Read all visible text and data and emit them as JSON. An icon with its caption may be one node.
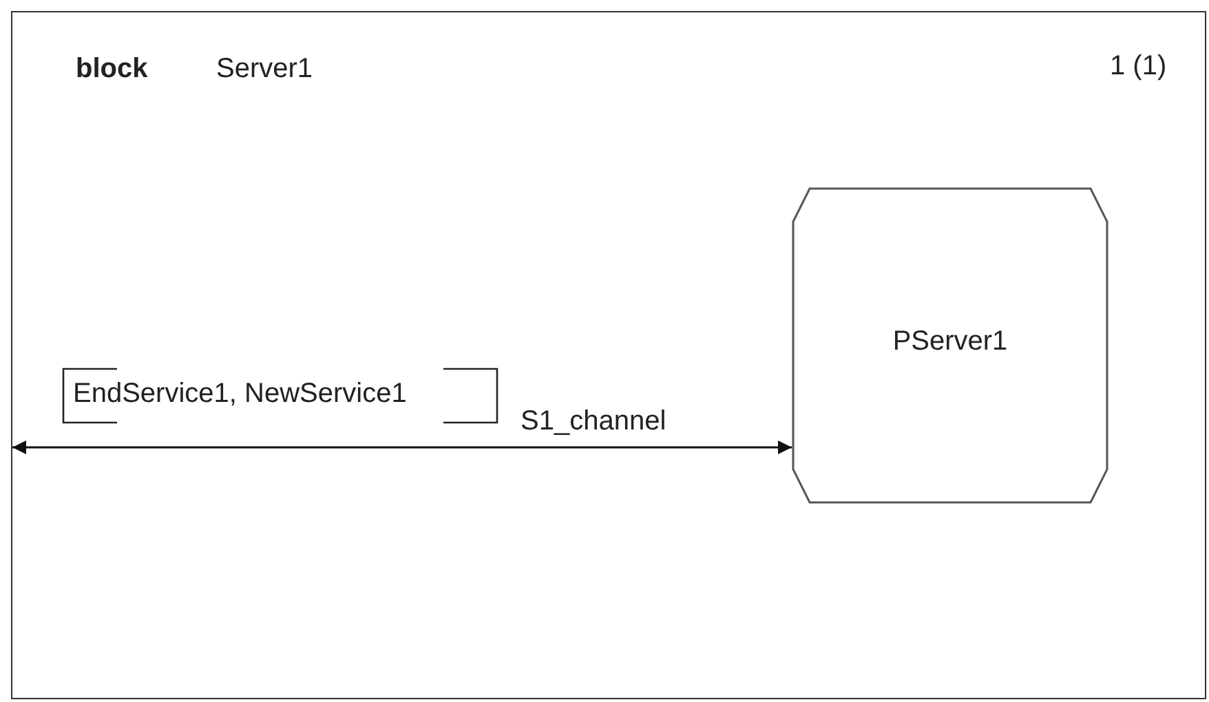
{
  "diagram": {
    "nodes": [
      {
        "text": [
          "block",
          "Server1"
        ]
      },
      {
        "text": [
          "PServer1"
        ],
        "in": 0
      }
    ],
    "edges": [
      {
        "from": 0,
        "to": 1,
        "arrow": "both",
        "label": "S1_channel"
      }
    ],
    "labels": [
      "1 (1)",
      "EndService1, NewService1"
    ]
  }
}
